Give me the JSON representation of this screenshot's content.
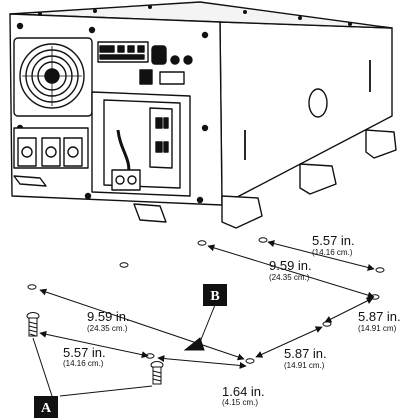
{
  "callouts": {
    "a": "A",
    "b": "B"
  },
  "dimensions": {
    "d1": {
      "main": "5.57 in.",
      "sub": "(14.16 cm.)"
    },
    "d2": {
      "main": "9.59 in.",
      "sub": "(24.35 cm.)"
    },
    "d3": {
      "main": "5.87 in.",
      "sub": "(14.91 cm)"
    },
    "d4": {
      "main": "9.59 in.",
      "sub": "(24.35 cm.)"
    },
    "d5": {
      "main": "5.57 in.",
      "sub": "(14.16 cm.)"
    },
    "d6": {
      "main": "5.87 in.",
      "sub": "(14.91 cm.)"
    },
    "d7": {
      "main": "1.64 in.",
      "sub": "(4.15 cm.)"
    }
  },
  "colors": {
    "ink": "#111111",
    "body": "#ffffff",
    "shade": "#e8e8e8"
  }
}
